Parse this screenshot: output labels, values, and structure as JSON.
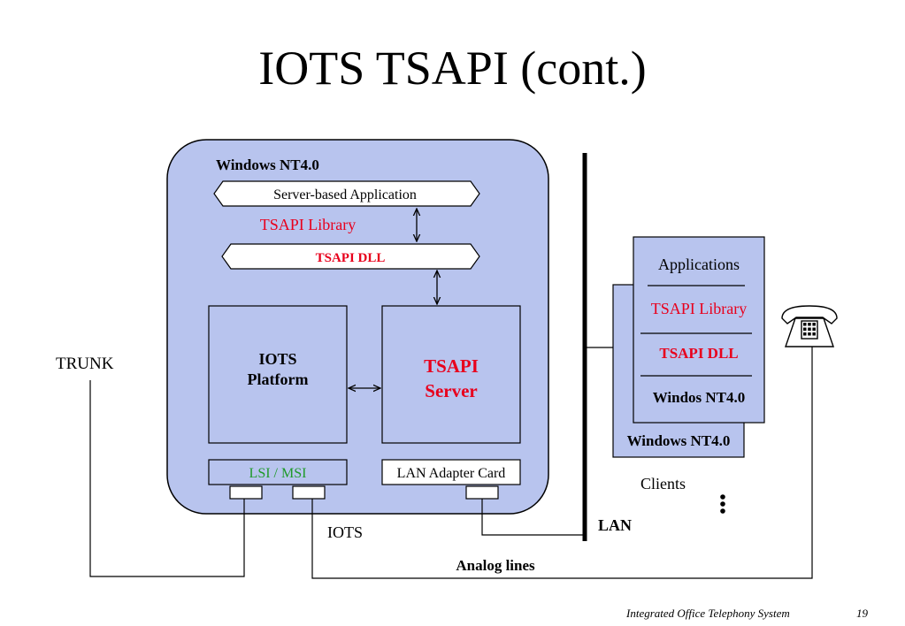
{
  "title": "IOTS TSAPI (cont.)",
  "colors": {
    "box_fill": "#b8c4ee",
    "red_text": "#e8001c",
    "green_text": "#1f9a2a",
    "line": "#000000"
  },
  "icons": {
    "phone": "telephone-icon",
    "ellipsis": "vertical-ellipsis-icon"
  },
  "server": {
    "os_label": "Windows NT4.0",
    "app_label": "Server-based Application",
    "library_label": "TSAPI Library",
    "dll_label": "TSAPI DLL",
    "platform_line1": "IOTS",
    "platform_line2": "Platform",
    "tsapi_line1": "TSAPI",
    "tsapi_line2": "Server",
    "lsi_label": "LSI / MSI",
    "lan_card_label": "LAN Adapter Card",
    "caption": "IOTS"
  },
  "client": {
    "apps_label": "Applications",
    "library_label": "TSAPI Library",
    "dll_label": "TSAPI DLL",
    "front_os_label": "Windos NT4.0",
    "back_os_label": "Windows NT4.0",
    "caption": "Clients"
  },
  "labels": {
    "trunk": "TRUNK",
    "lan": "LAN",
    "analog": "Analog lines"
  },
  "footer": {
    "text": "Integrated Office Telephony System",
    "page": "19"
  }
}
